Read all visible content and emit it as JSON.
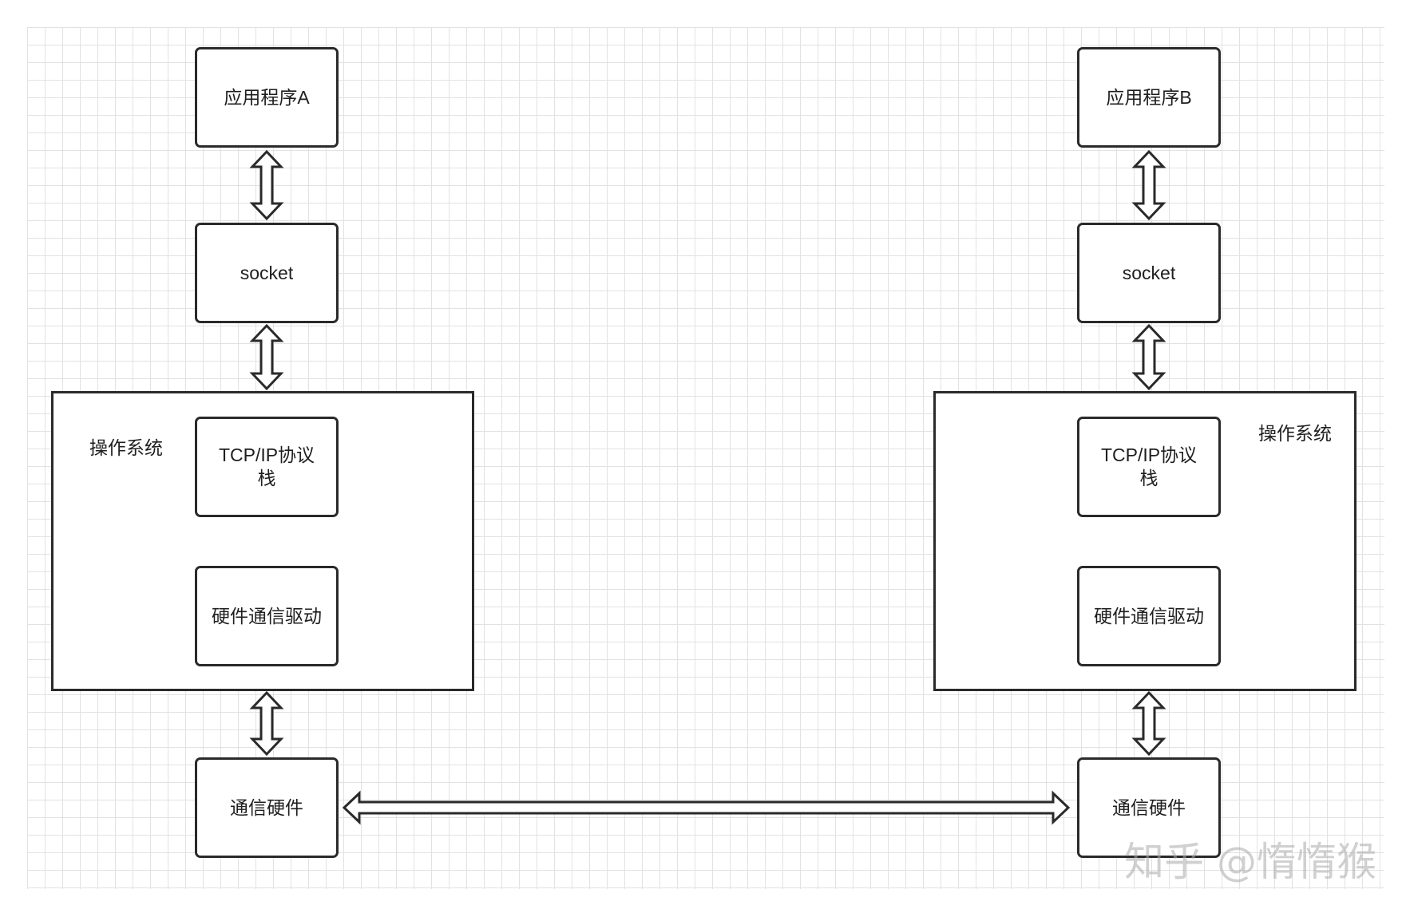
{
  "diagram": {
    "left": {
      "app": "应用程序A",
      "socket": "socket",
      "os_label": "操作系统",
      "tcpip": "TCP/IP协议栈",
      "driver": "硬件通信驱动",
      "hardware": "通信硬件"
    },
    "right": {
      "app": "应用程序B",
      "socket": "socket",
      "os_label": "操作系统",
      "tcpip": "TCP/IP协议栈",
      "driver": "硬件通信驱动",
      "hardware": "通信硬件"
    },
    "watermark": "知乎 @惰惰猴"
  }
}
